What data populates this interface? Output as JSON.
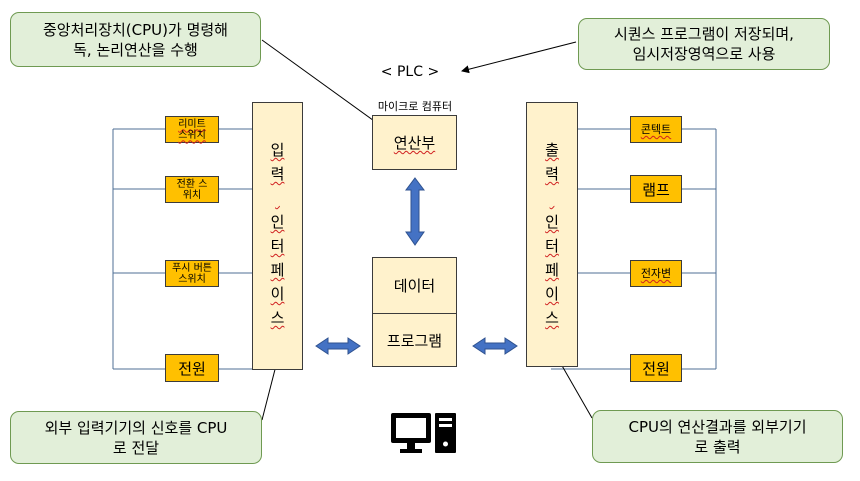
{
  "callouts": {
    "cpu": [
      "중앙처리장치(CPU)가 명령해",
      "독, 논리연산을 수행"
    ],
    "sequence": [
      "시퀀스 프로그램이 저장되며,",
      "임시저장영역으로 사용"
    ],
    "input": [
      "외부 입력기기의 신호를 CPU",
      "로 전달"
    ],
    "output": [
      "CPU의 연산결과를 외부기기",
      "로 출력"
    ]
  },
  "plc": {
    "title": "< PLC >",
    "microcomputer": "마이크로 컴퓨터",
    "alu": "연산부",
    "data": "데이터",
    "program": "프로그램"
  },
  "input_interface": {
    "label": "입\n력\n \n인\n터\n페\n이\n스",
    "devices": [
      "리미트\n스위치",
      "전환 스\n위치",
      "푸시 버튼\n스위치",
      "전원"
    ]
  },
  "output_interface": {
    "label": "출\n력\n \n인\n터\n페\n이\n스",
    "devices": [
      "콘텍트",
      "램프",
      "전자변",
      "전원"
    ]
  },
  "colors": {
    "callout_fill": "#e2efd9",
    "callout_border": "#6f9a52",
    "box_fill": "#fff2cc",
    "device_fill": "#ffc000",
    "arrow": "#4472c4"
  },
  "icon": "computer-icon"
}
